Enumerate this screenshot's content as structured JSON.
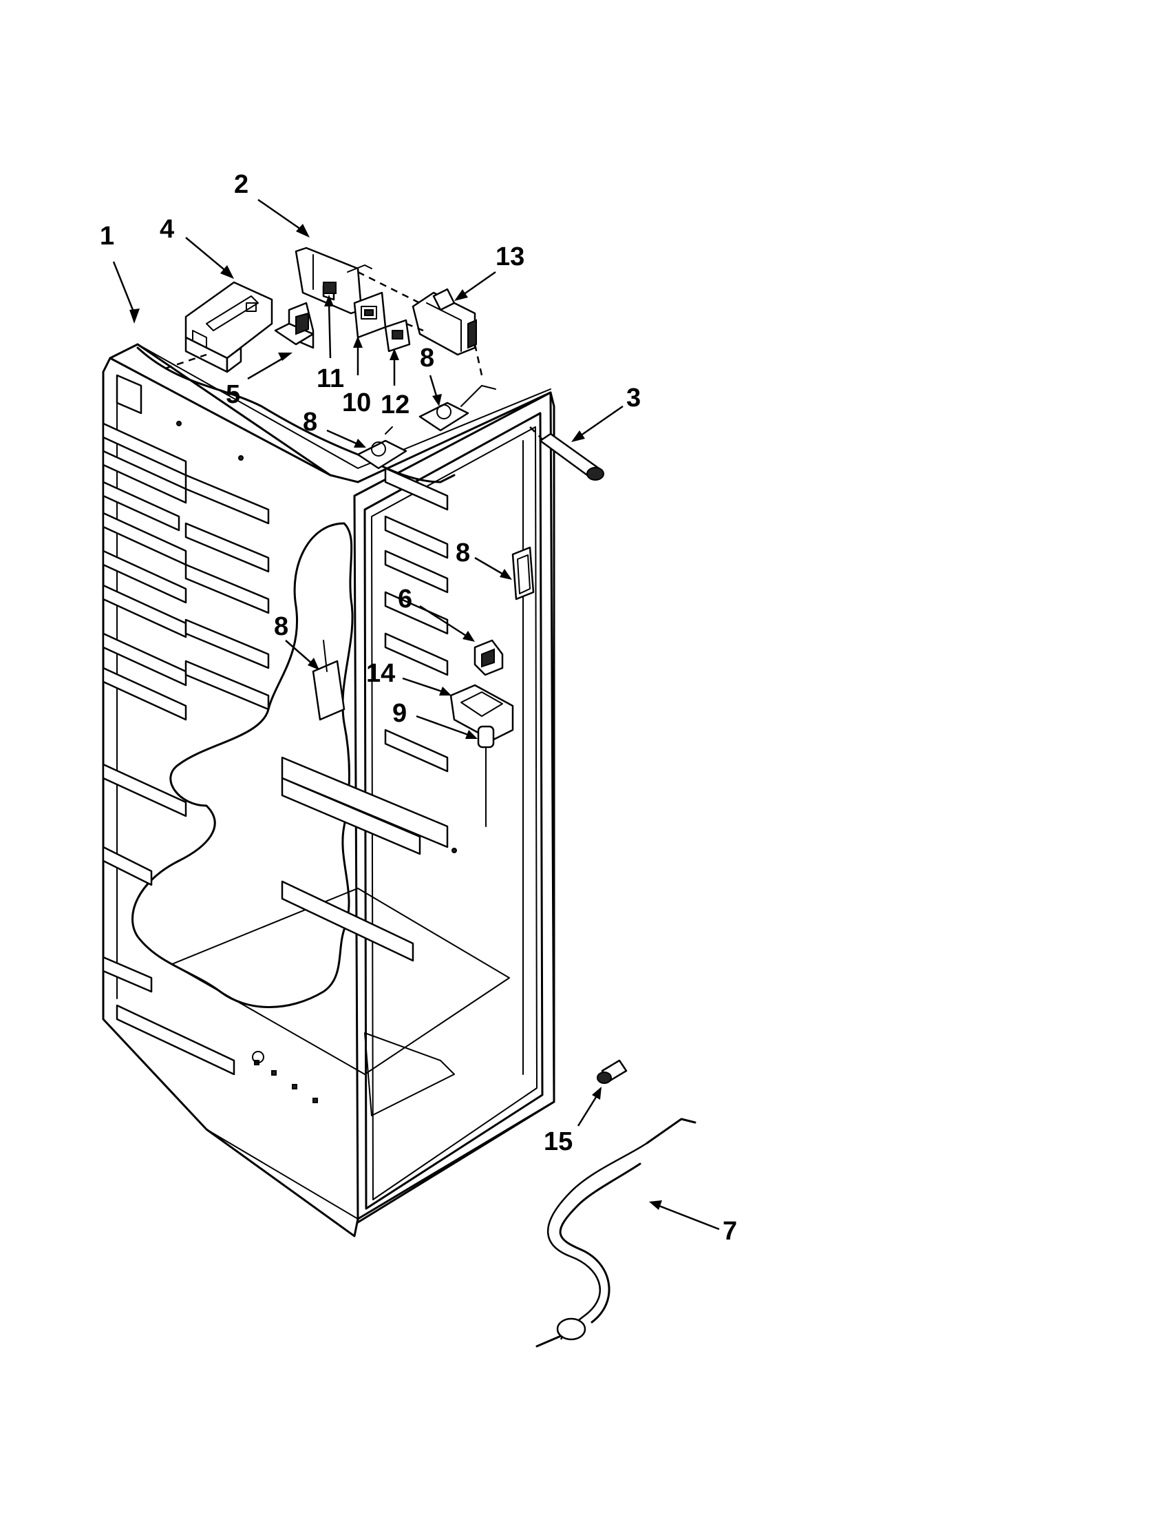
{
  "diagram": {
    "callouts": [
      {
        "id": "c1",
        "label": "1"
      },
      {
        "id": "c2",
        "label": "2"
      },
      {
        "id": "c3",
        "label": "3"
      },
      {
        "id": "c4",
        "label": "4"
      },
      {
        "id": "c5",
        "label": "5"
      },
      {
        "id": "c6",
        "label": "6"
      },
      {
        "id": "c7",
        "label": "7"
      },
      {
        "id": "c8a",
        "label": "8"
      },
      {
        "id": "c8b",
        "label": "8"
      },
      {
        "id": "c8c",
        "label": "8"
      },
      {
        "id": "c8d",
        "label": "8"
      },
      {
        "id": "c9",
        "label": "9"
      },
      {
        "id": "c10",
        "label": "10"
      },
      {
        "id": "c11",
        "label": "11"
      },
      {
        "id": "c12",
        "label": "12"
      },
      {
        "id": "c13",
        "label": "13"
      },
      {
        "id": "c14",
        "label": "14"
      },
      {
        "id": "c15",
        "label": "15"
      }
    ]
  }
}
